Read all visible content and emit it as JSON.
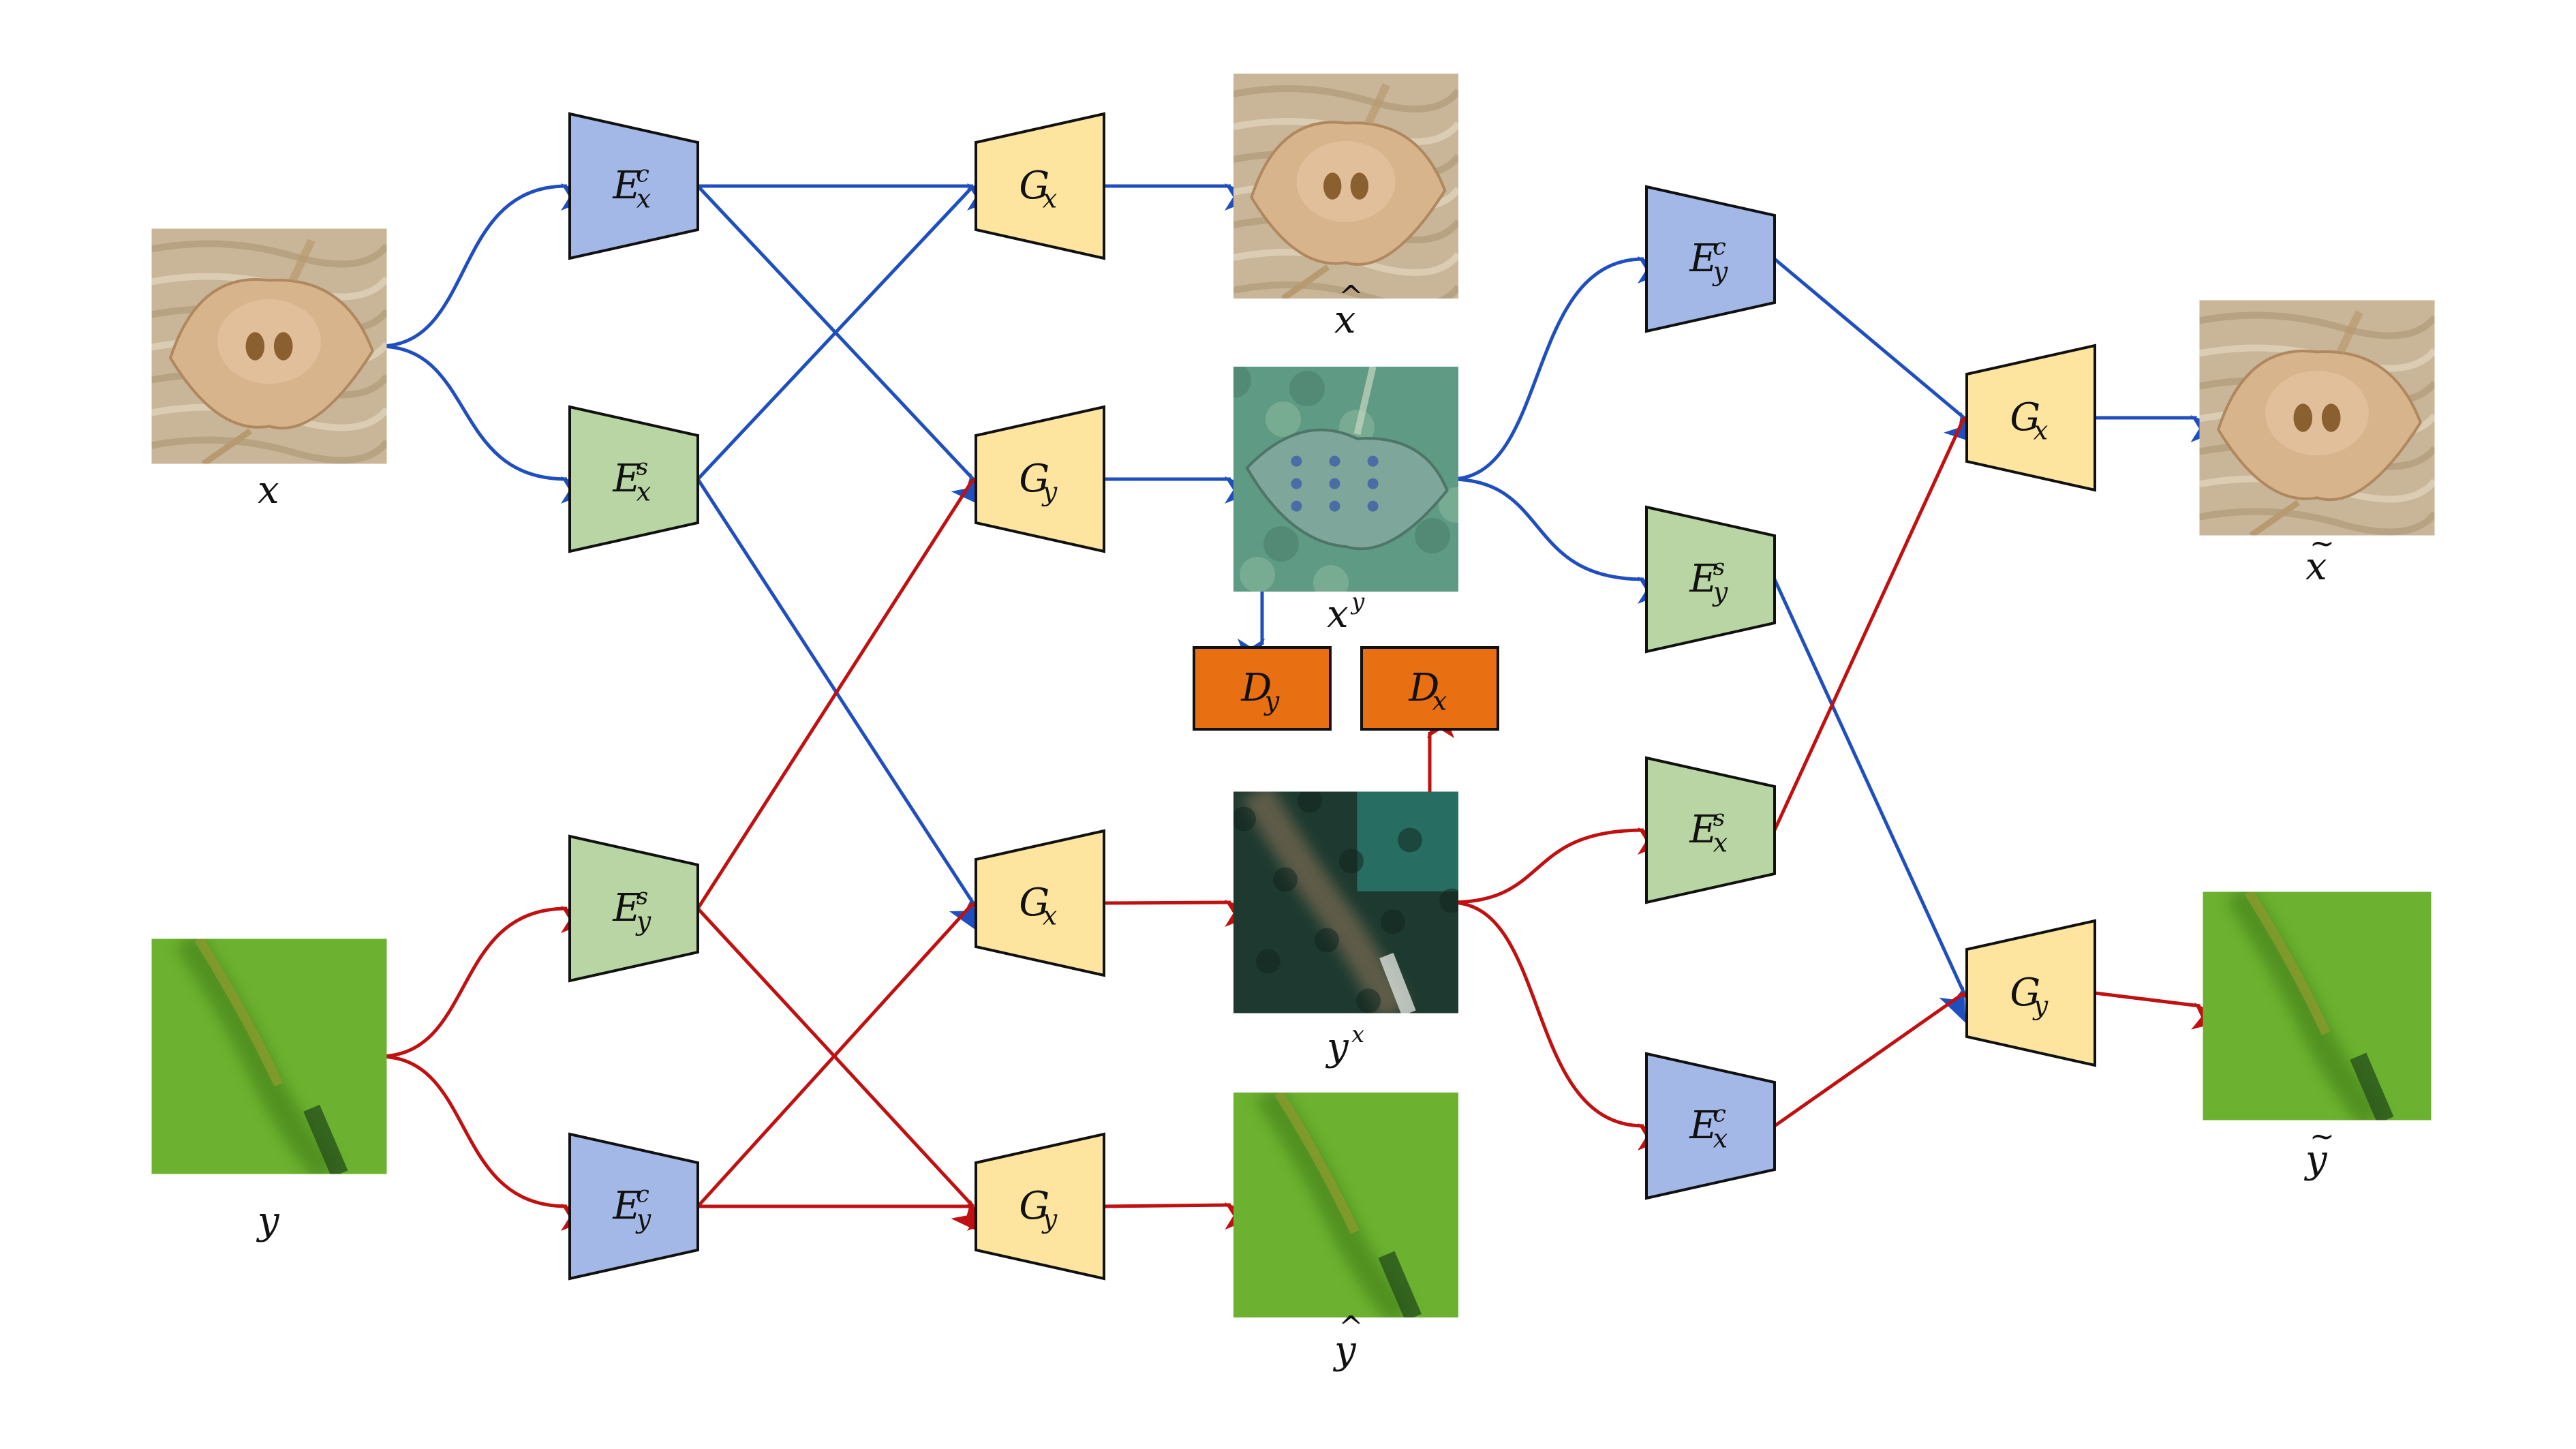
{
  "colors": {
    "blue_arrow": "#1f4fbf",
    "red_arrow": "#c01010",
    "content_encoder_fill": "#a4b8e8",
    "style_encoder_fill": "#b9d5a3",
    "generator_fill": "#fde59f",
    "discriminator_fill": "#e86f12",
    "stroke": "#111111"
  },
  "images": [
    {
      "id": "x",
      "label": "x",
      "label_mark": "",
      "label_sup": "",
      "content": "stingray on sand",
      "tone": "sand"
    },
    {
      "id": "y",
      "label": "y",
      "label_mark": "",
      "label_sup": "",
      "content": "green seaweed underwater",
      "tone": "green"
    },
    {
      "id": "x_hat",
      "label": "x",
      "label_mark": "^",
      "label_sup": "",
      "content": "stingray reconstruction",
      "tone": "sand"
    },
    {
      "id": "x_y",
      "label": "x",
      "label_mark": "",
      "label_sup": "y",
      "content": "stingray translated to seaweed style",
      "tone": "teal-stingray"
    },
    {
      "id": "y_x",
      "label": "y",
      "label_mark": "",
      "label_sup": "x",
      "content": "seaweed translated to sand style",
      "tone": "dark-seaweed"
    },
    {
      "id": "y_hat",
      "label": "y",
      "label_mark": "^",
      "label_sup": "",
      "content": "seaweed reconstruction",
      "tone": "green"
    },
    {
      "id": "x_tilde",
      "label": "x",
      "label_mark": "~",
      "label_sup": "",
      "content": "stingray cycle reconstruction",
      "tone": "sand"
    },
    {
      "id": "y_tilde",
      "label": "y",
      "label_mark": "~",
      "label_sup": "",
      "content": "seaweed cycle reconstruction",
      "tone": "green"
    }
  ],
  "blocks": [
    {
      "id": "enc_c_x1",
      "kind": "content-encoder",
      "base": "E",
      "sub": "x",
      "sup": "c"
    },
    {
      "id": "enc_s_x1",
      "kind": "style-encoder",
      "base": "E",
      "sub": "x",
      "sup": "s"
    },
    {
      "id": "enc_s_y1",
      "kind": "style-encoder",
      "base": "E",
      "sub": "y",
      "sup": "s"
    },
    {
      "id": "enc_c_y1",
      "kind": "content-encoder",
      "base": "E",
      "sub": "y",
      "sup": "c"
    },
    {
      "id": "gen_x1",
      "kind": "generator",
      "base": "G",
      "sub": "x",
      "sup": ""
    },
    {
      "id": "gen_y1",
      "kind": "generator",
      "base": "G",
      "sub": "y",
      "sup": ""
    },
    {
      "id": "gen_x2",
      "kind": "generator",
      "base": "G",
      "sub": "x",
      "sup": ""
    },
    {
      "id": "gen_y2",
      "kind": "generator",
      "base": "G",
      "sub": "y",
      "sup": ""
    },
    {
      "id": "disc_y",
      "kind": "discriminator",
      "base": "D",
      "sub": "y",
      "sup": ""
    },
    {
      "id": "disc_x",
      "kind": "discriminator",
      "base": "D",
      "sub": "x",
      "sup": ""
    },
    {
      "id": "enc_c_y2",
      "kind": "content-encoder",
      "base": "E",
      "sub": "y",
      "sup": "c"
    },
    {
      "id": "enc_s_y2",
      "kind": "style-encoder",
      "base": "E",
      "sub": "y",
      "sup": "s"
    },
    {
      "id": "enc_s_x2",
      "kind": "style-encoder",
      "base": "E",
      "sub": "x",
      "sup": "s"
    },
    {
      "id": "enc_c_x2",
      "kind": "content-encoder",
      "base": "E",
      "sub": "x",
      "sup": "c"
    },
    {
      "id": "gen_x3",
      "kind": "generator",
      "base": "G",
      "sub": "x",
      "sup": ""
    },
    {
      "id": "gen_y3",
      "kind": "generator",
      "base": "G",
      "sub": "y",
      "sup": ""
    }
  ],
  "edges": [
    {
      "from": "x",
      "to": "enc_c_x1",
      "color": "blue"
    },
    {
      "from": "x",
      "to": "enc_s_x1",
      "color": "blue"
    },
    {
      "from": "enc_c_x1",
      "to": "gen_x1",
      "color": "blue"
    },
    {
      "from": "enc_c_x1",
      "to": "gen_y1",
      "color": "blue"
    },
    {
      "from": "enc_s_x1",
      "to": "gen_x1",
      "color": "blue"
    },
    {
      "from": "enc_s_x1",
      "to": "gen_x2",
      "color": "blue"
    },
    {
      "from": "gen_x1",
      "to": "x_hat",
      "color": "blue"
    },
    {
      "from": "gen_y1",
      "to": "x_y",
      "color": "blue"
    },
    {
      "from": "x_y",
      "to": "disc_y",
      "color": "blue"
    },
    {
      "from": "x_y",
      "to": "enc_c_y2",
      "color": "blue"
    },
    {
      "from": "x_y",
      "to": "enc_s_y2",
      "color": "blue"
    },
    {
      "from": "enc_c_y2",
      "to": "gen_x3",
      "color": "blue"
    },
    {
      "from": "enc_s_y2",
      "to": "gen_y3",
      "color": "blue"
    },
    {
      "from": "gen_x3",
      "to": "x_tilde",
      "color": "blue"
    },
    {
      "from": "y",
      "to": "enc_s_y1",
      "color": "red"
    },
    {
      "from": "y",
      "to": "enc_c_y1",
      "color": "red"
    },
    {
      "from": "enc_s_y1",
      "to": "gen_y1",
      "color": "red"
    },
    {
      "from": "enc_s_y1",
      "to": "gen_y2",
      "color": "red"
    },
    {
      "from": "enc_c_y1",
      "to": "gen_x2",
      "color": "red"
    },
    {
      "from": "enc_c_y1",
      "to": "gen_y2",
      "color": "red"
    },
    {
      "from": "gen_x2",
      "to": "y_x",
      "color": "red"
    },
    {
      "from": "gen_y2",
      "to": "y_hat",
      "color": "red"
    },
    {
      "from": "y_x",
      "to": "disc_x",
      "color": "red"
    },
    {
      "from": "y_x",
      "to": "enc_s_x2",
      "color": "red"
    },
    {
      "from": "y_x",
      "to": "enc_c_x2",
      "color": "red"
    },
    {
      "from": "enc_s_x2",
      "to": "gen_x3",
      "color": "red"
    },
    {
      "from": "enc_c_x2",
      "to": "gen_y3",
      "color": "red"
    },
    {
      "from": "gen_y3",
      "to": "y_tilde",
      "color": "red"
    }
  ]
}
